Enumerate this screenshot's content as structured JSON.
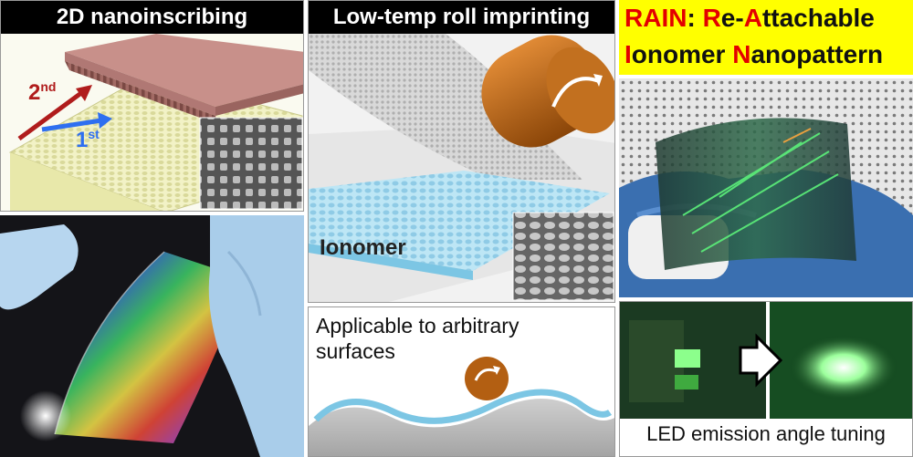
{
  "panels": {
    "nanoinscribing": {
      "title": "2D nanoinscribing",
      "second_label": "2",
      "second_sup": "nd",
      "first_label": "1",
      "first_sup": "st"
    },
    "roll": {
      "title": "Low-temp roll imprinting",
      "material_label": "Ionomer"
    },
    "rain": {
      "title_word": "RAIN",
      "title_rest_1a": ": ",
      "r1_letter": "R",
      "r1_rest": "e-",
      "a_letter": "A",
      "a_rest": "ttachable",
      "i_letter": "I",
      "i_rest": "onomer ",
      "n_letter": "N",
      "n_rest": "anopattern"
    },
    "surfaces": {
      "caption_line1": "Applicable to arbitrary",
      "caption_line2": "surfaces"
    },
    "led": {
      "caption": "LED emission angle tuning"
    }
  },
  "colors": {
    "header_bg": "#000000",
    "rain_bg": "#ffff00",
    "rain_red": "#e30000",
    "arrow_red": "#b01c1c",
    "arrow_blue": "#2e6ff0",
    "stamp": "#b77a74",
    "substrate": "#efefb8",
    "roller": "#b35f12",
    "ionomer": "#a8def2"
  }
}
